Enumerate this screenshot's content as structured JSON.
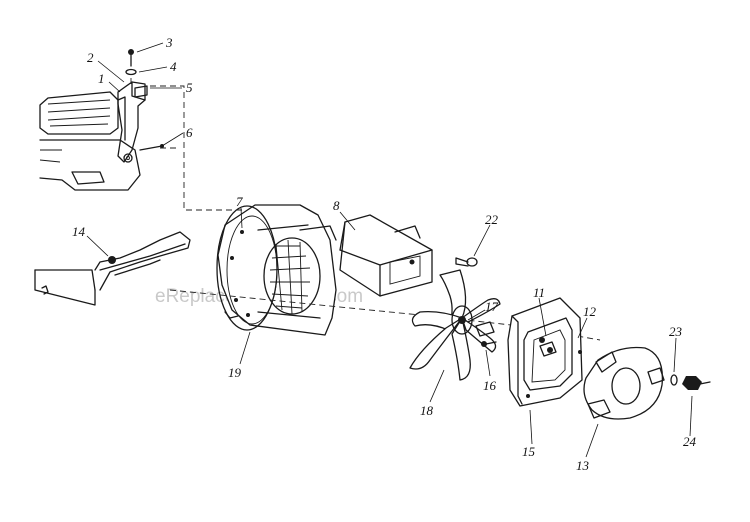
{
  "watermark": "eReplacementParts.com",
  "callouts": [
    "1",
    "2",
    "3",
    "4",
    "5",
    "6",
    "7",
    "8",
    "11",
    "12",
    "13",
    "14",
    "15",
    "16",
    "17",
    "18",
    "19",
    "22",
    "23",
    "24"
  ],
  "colors": {
    "ink": "#1a1a1a",
    "watermark": "#c9c9c9",
    "background": "#ffffff"
  }
}
